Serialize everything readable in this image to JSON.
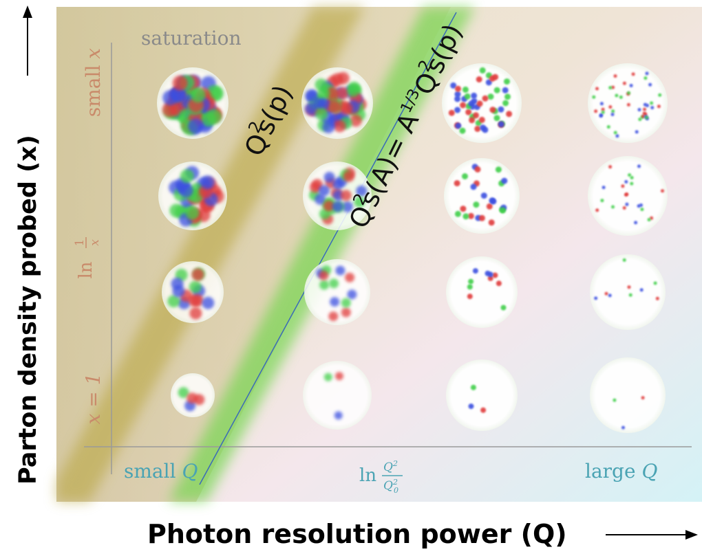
{
  "x_axis_title": "Photon resolution power (Q)",
  "y_axis_title": "Parton density probed (x)",
  "region_label": "saturation",
  "x_ticks": {
    "left": "small",
    "left_var": "Q",
    "mid_prefix": "ln",
    "mid_num": "Q",
    "mid_num_exp": "2",
    "mid_den": "Q",
    "mid_den_sub": "0",
    "mid_den_exp": "2",
    "right": "large",
    "right_var": "Q"
  },
  "y_ticks": {
    "top": "small",
    "top_var": "x",
    "mid_prefix": "ln",
    "mid_num": "1",
    "mid_den": "x",
    "bottom": "x = 1"
  },
  "line_labels": {
    "proton_prefix": "Q",
    "proton_sup": "2",
    "proton_text": "s(p)",
    "nucleus_prefix": "Q",
    "nucleus_sup": "2",
    "nucleus_text": "s(A)= A",
    "nucleus_exp": "1/3",
    "nucleus_tail_prefix": "Q",
    "nucleus_tail_sup": "2",
    "nucleus_tail_text": "s(p)"
  },
  "colors": {
    "red": "#e03a3a",
    "blue": "#3a4fe0",
    "green": "#3fcf4a",
    "saturation": "#c9b04a",
    "nuclear_band": "#6fd64a",
    "axis": "#9a9a9a",
    "tick_text": "#c98a6a",
    "q_text": "#4aa3b3"
  },
  "grid": {
    "columns": 4,
    "rows": 4,
    "density_note": "partons per disk increase toward small x (top) and decrease toward large Q (right)"
  }
}
